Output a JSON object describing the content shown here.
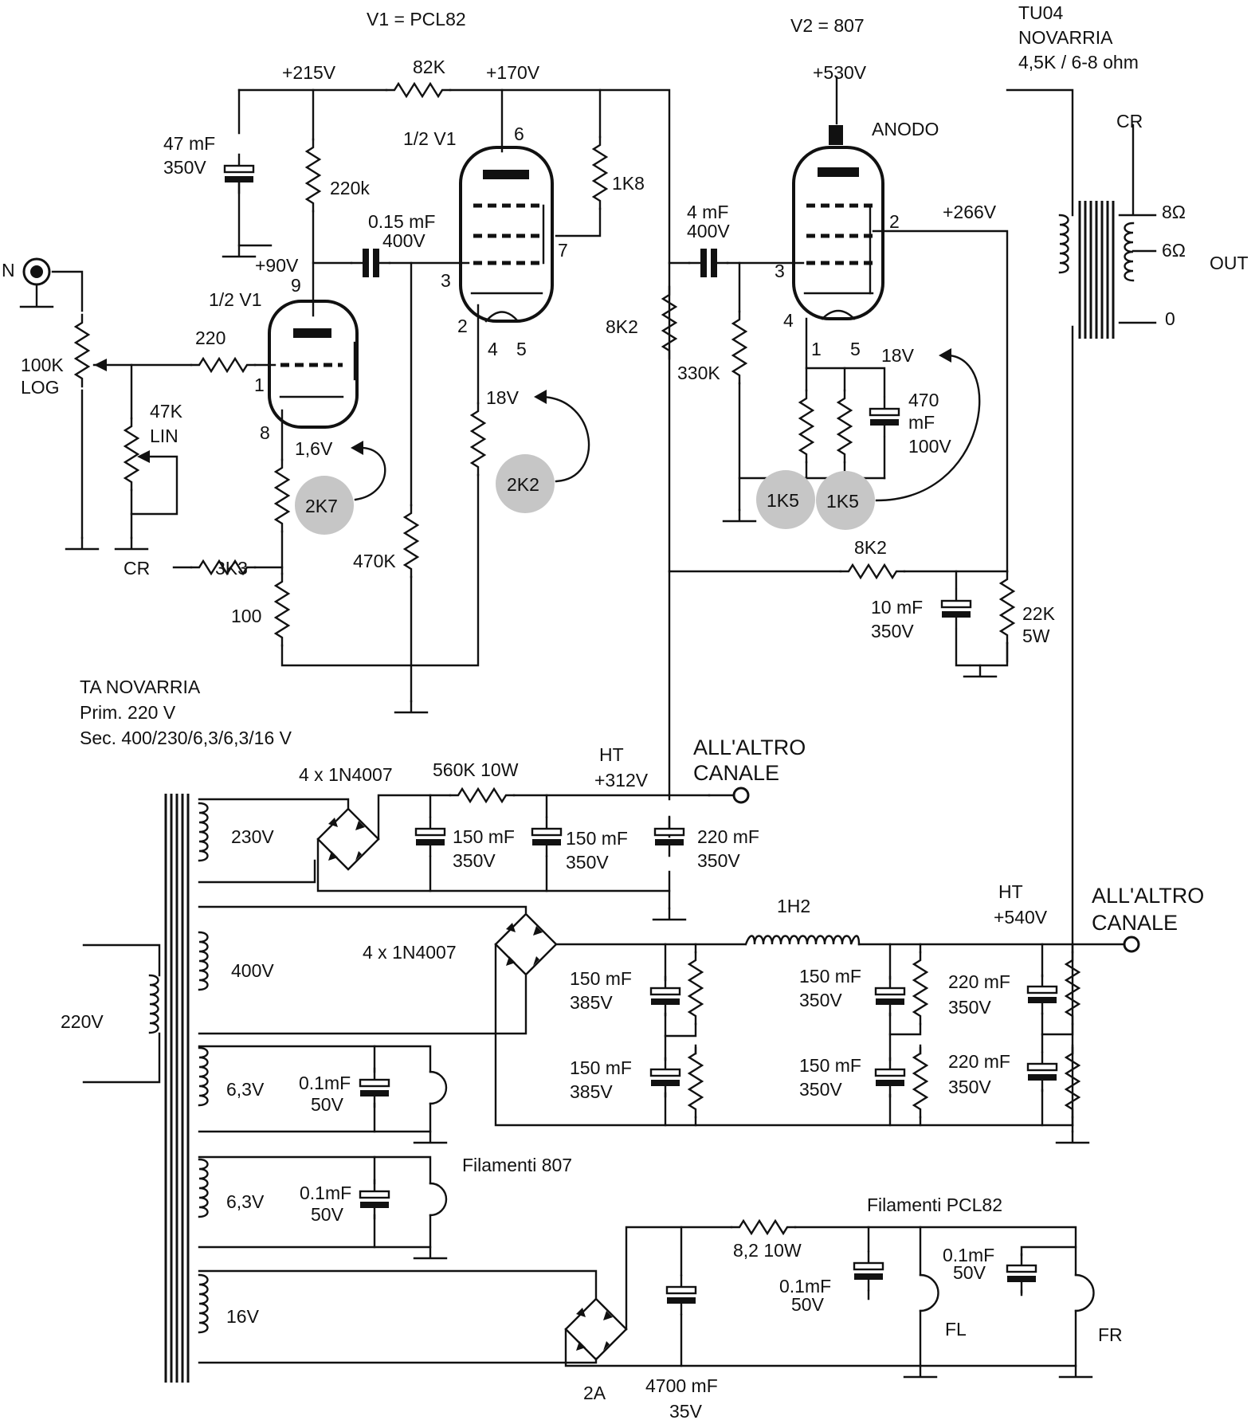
{
  "labels": {
    "v1_title": "V1 = PCL82",
    "v2_title": "V2 = 807",
    "ot_name": "TU04",
    "ot_make": "NOVARRIA",
    "ot_spec": "4,5K / 6-8 ohm",
    "cr_top": "CR",
    "out": "OUT",
    "tap8": "8Ω",
    "tap6": "6Ω",
    "tap0": "0",
    "anodo": "ANODO",
    "v215": "+215V",
    "r82k": "82K",
    "v170": "+170V",
    "v530": "+530V",
    "c47a": "47 mF",
    "c47b": "350V",
    "r220k": "220k",
    "half_v1_a": "1/2 V1",
    "half_v1_b": "1/2 V1",
    "r1k8": "1K8",
    "c015a": "0.15 mF",
    "c015b": "400V",
    "c4a": "4 mF",
    "c4b": "400V",
    "v266": "+266V",
    "v90": "+90V",
    "input": "N",
    "pin9": "9",
    "pin6": "6",
    "pin7": "7",
    "pin3a": "3",
    "pin2a": "2",
    "pin4a": "4",
    "pin5a": "5",
    "pin1a": "1",
    "pin8": "8",
    "pin2b": "2",
    "pin3b": "3",
    "pin4b": "4",
    "pin1b": "1",
    "pin5b": "5",
    "r220": "220",
    "pot100k_a": "100K",
    "pot100k_b": "LOG",
    "pot47k_a": "47K",
    "pot47k_b": "LIN",
    "r8k2a": "8K2",
    "r330k": "330K",
    "v18a": "18V",
    "v18b": "18V",
    "v16": "1,6V",
    "c470a": "470",
    "c470b": "mF",
    "c470c": "100V",
    "b2k7": "2K7",
    "b2k2": "2K2",
    "b1k5a": "1K5",
    "b1k5b": "1K5",
    "r3k3": "3K3",
    "cr_left": "CR",
    "r470k": "470K",
    "r8k2b": "8K2",
    "c10a": "10 mF",
    "c10b": "350V",
    "r22ka": "22K",
    "r22kb": "5W",
    "r100": "100",
    "ta1": "TA  NOVARRIA",
    "ta2": "Prim. 220 V",
    "ta3": "Sec. 400/230/6,3/6,3/16 V",
    "ht312a": "HT",
    "ht312b": "+312V",
    "altro1a": "ALL'ALTRO",
    "altro1b": "CANALE",
    "bridge1": "4 x 1N4007",
    "r560k": "560K 10W",
    "s230": "230V",
    "c150_1a": "150 mF",
    "c150_1b": "350V",
    "c150_2a": "150 mF",
    "c150_2b": "350V",
    "c220_1a": "220 mF",
    "c220_1b": "350V",
    "ht540a": "HT",
    "ht540b": "+540V",
    "altro2a": "ALL'ALTRO",
    "altro2b": "CANALE",
    "l1h2": "1H2",
    "bridge2": "4 x 1N4007",
    "s400": "400V",
    "p220": "220V",
    "c150_3a": "150 mF",
    "c150_3b": "385V",
    "c150_4a": "150 mF",
    "c150_4b": "385V",
    "c150_5a": "150 mF",
    "c150_5b": "350V",
    "c150_6a": "150 mF",
    "c150_6b": "350V",
    "c220_2a": "220 mF",
    "c220_2b": "350V",
    "c220_3a": "220 mF",
    "c220_3b": "350V",
    "s63a": "6,3V",
    "s63b": "6,3V",
    "c01_1a": "0.1mF",
    "c01_1b": "50V",
    "c01_2a": "0.1mF",
    "c01_2b": "50V",
    "fil807": "Filamenti 807",
    "filpcl": "Filamenti PCL82",
    "r82_10w": "8,2 10W",
    "c01_3a": "0.1mF",
    "c01_3b": "50V",
    "c01_4a": "0.1mF",
    "c01_4b": "50V",
    "s16": "16V",
    "fl": "FL",
    "fr": "FR",
    "fuse2a": "2A",
    "c4700a": "4700 mF",
    "c4700b": "35V"
  }
}
